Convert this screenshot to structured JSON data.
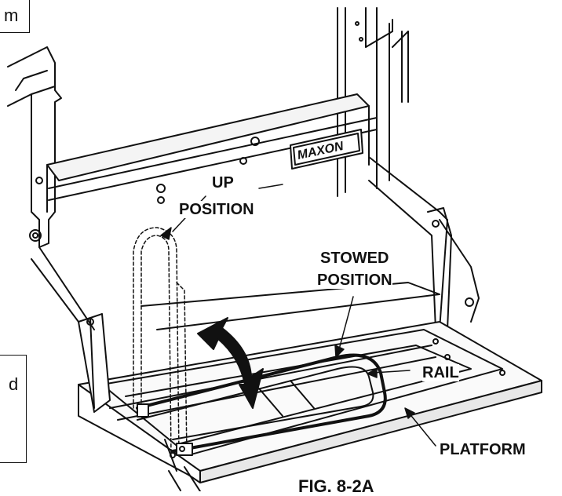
{
  "diagram": {
    "labels": {
      "up_position_line1": "UP",
      "up_position_line2": "POSITION",
      "stowed_position_line1": "STOWED",
      "stowed_position_line2": "POSITION",
      "rail": "RAIL",
      "platform": "PLATFORM",
      "figure_caption": "FIG. 8-2A"
    },
    "logo_text": "MAXON",
    "cropped_fragments": {
      "top_left": "m",
      "left_middle": "d"
    }
  },
  "colors": {
    "line": "#111111",
    "background": "#ffffff",
    "shade": "#e8e8e8"
  }
}
